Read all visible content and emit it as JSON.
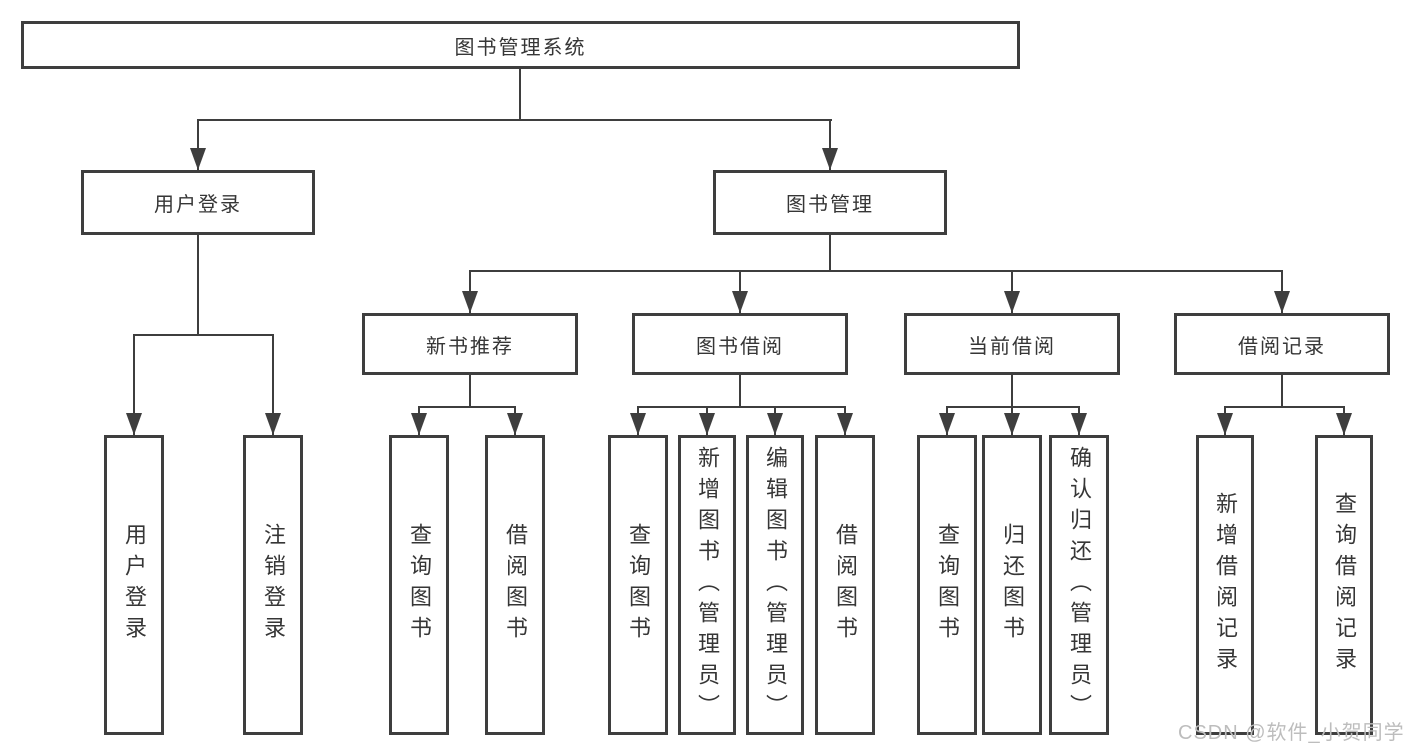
{
  "diagram_type": "tree",
  "colors": {
    "line": "#3e3e3e",
    "box_border": "#3e3e3e",
    "box_bg": "#ffffff",
    "text": "#363636",
    "watermark": "#bdbdbd"
  },
  "tree": {
    "label": "图书管理系统",
    "children": [
      {
        "label": "用户登录",
        "children": [
          {
            "label": "用户登录"
          },
          {
            "label": "注销登录"
          }
        ]
      },
      {
        "label": "图书管理",
        "children": [
          {
            "label": "新书推荐",
            "children": [
              {
                "label": "查询图书"
              },
              {
                "label": "借阅图书"
              }
            ]
          },
          {
            "label": "图书借阅",
            "children": [
              {
                "label": "查询图书"
              },
              {
                "label": "新增图书（管理员）"
              },
              {
                "label": "编辑图书（管理员）"
              },
              {
                "label": "借阅图书"
              }
            ]
          },
          {
            "label": "当前借阅",
            "children": [
              {
                "label": "查询图书"
              },
              {
                "label": "归还图书"
              },
              {
                "label": "确认归还（管理员）"
              }
            ]
          },
          {
            "label": "借阅记录",
            "children": [
              {
                "label": "新增借阅记录"
              },
              {
                "label": "查询借阅记录"
              }
            ]
          }
        ]
      }
    ]
  },
  "watermark": {
    "text": "CSDN @软件_小贺同学"
  }
}
